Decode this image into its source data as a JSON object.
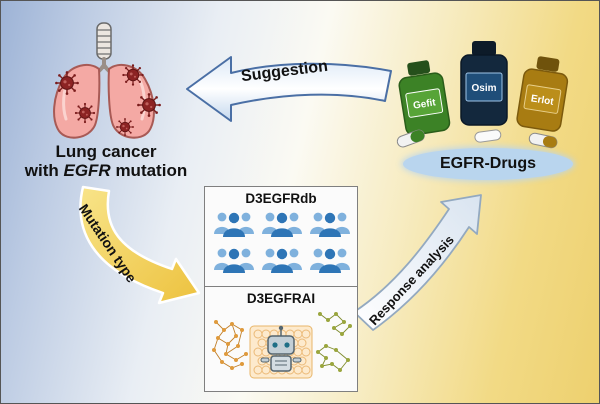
{
  "lung": {
    "line1": "Lung cancer",
    "line2_prefix": "with ",
    "line2_gene": "EGFR",
    "line2_suffix": " mutation"
  },
  "arrows": {
    "suggestion": "Suggestion",
    "mutation_type": "Mutation type",
    "response_analysis": "Response analysis"
  },
  "drugs": {
    "label": "EGFR-Drugs",
    "bottles": [
      {
        "name": "Gefit",
        "color": "#3c8226"
      },
      {
        "name": "Osim",
        "color": "#13283d"
      },
      {
        "name": "Erlot",
        "color": "#a87c12"
      }
    ]
  },
  "modules": {
    "database": {
      "title": "D3EGFRdb"
    },
    "ai": {
      "title": "D3EGFRAI"
    }
  },
  "icons": {
    "lungs": "lungs-illustration",
    "virus": "virus-icon",
    "people_group": "people-group-icon",
    "robot": "robot-icon",
    "pill_bottle": "pill-bottle-icon",
    "capsule": "capsule-icon",
    "molecule_network": "molecule-network-icon"
  },
  "colors": {
    "background_left": "#9db3d6",
    "background_right": "#edd06e",
    "lung_pink": "#f4a9a4",
    "virus_red": "#8c2323",
    "arrow_yellow": "#f2cf4e",
    "arrow_blue_outline": "#4a6fa5",
    "people_blue": "#2e75b6",
    "drug_ellipse_blue": "#b9d5ee"
  }
}
